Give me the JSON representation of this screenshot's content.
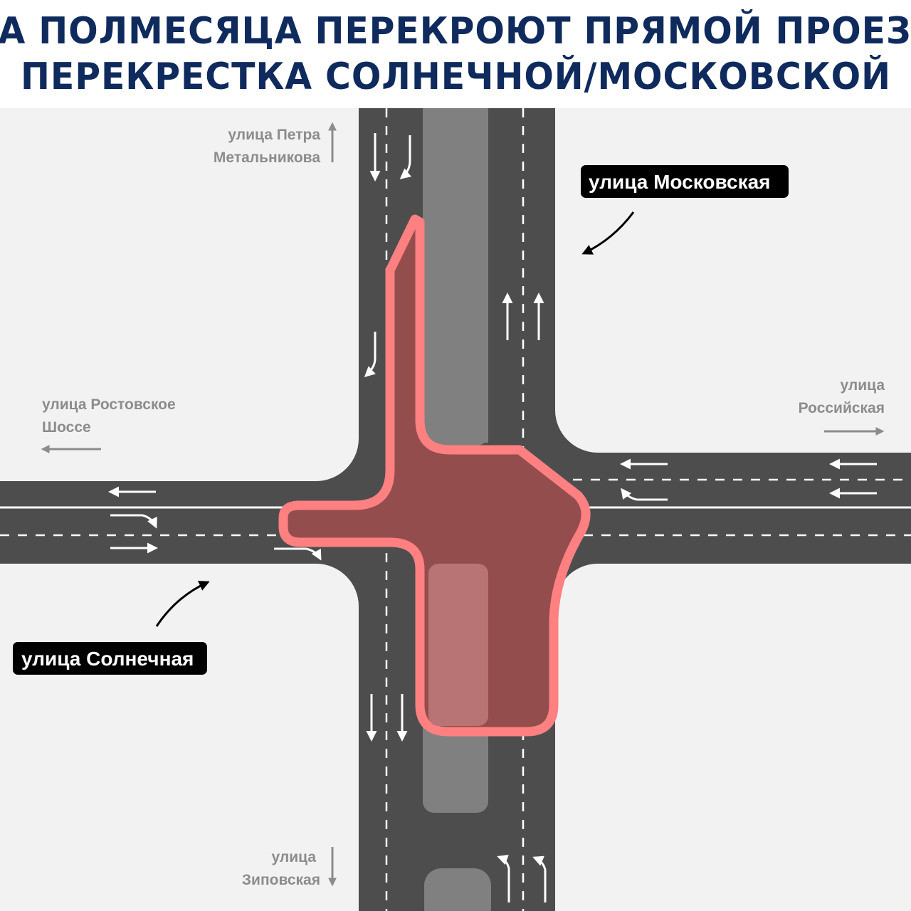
{
  "header": {
    "title_line1": "НА ПОЛМЕСЯЦА ПЕРЕКРОЮТ ПРЯМОЙ ПРОЕЗД",
    "title_line2": "ПЕРЕКРЕСТКА СОЛНЕЧНОЙ/МОСКОВСКОЙ"
  },
  "map": {
    "streets": {
      "moskovskaya": "улица Московская",
      "solnechnaya": "улица Солнечная",
      "metalnikova_line1": "улица Петра",
      "metalnikova_line2": "Метальникова",
      "rostovskoe_line1": "улица Ростовское",
      "rostovskoe_line2": "Шоссе",
      "rossiyskaya_line1": "улица",
      "rossiyskaya_line2": "Российская",
      "zipovskaya_line1": "улица",
      "zipovskaya_line2": "Зиповская"
    },
    "colors": {
      "background": "#f2f2f2",
      "road": "#4d4d4d",
      "median": "#808080",
      "closure_fill": "#934d4d",
      "closure_outline": "#ff8080",
      "label_bg": "#000000",
      "title": "#0f2a5c"
    }
  }
}
